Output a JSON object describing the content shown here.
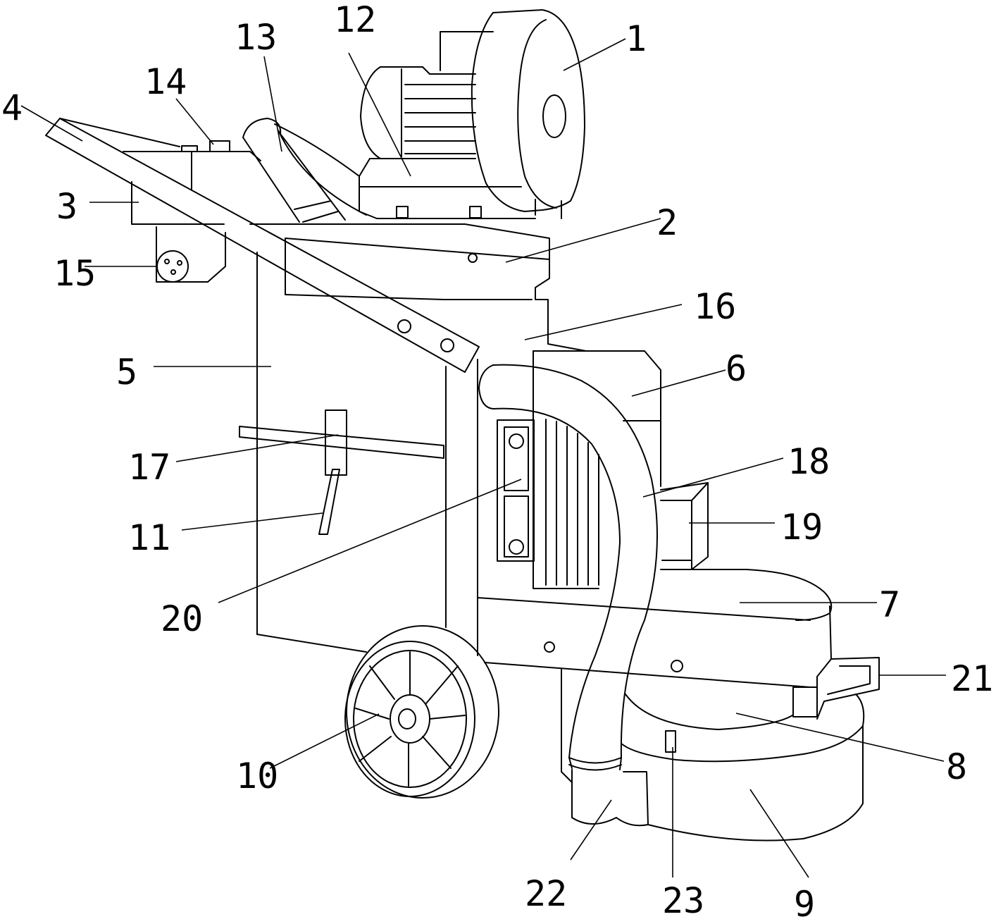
{
  "figure": {
    "labels": [
      "1",
      "2",
      "3",
      "4",
      "5",
      "6",
      "7",
      "8",
      "9",
      "10",
      "11",
      "12",
      "13",
      "14",
      "15",
      "16",
      "17",
      "18",
      "19",
      "20",
      "21",
      "22",
      "23"
    ]
  }
}
